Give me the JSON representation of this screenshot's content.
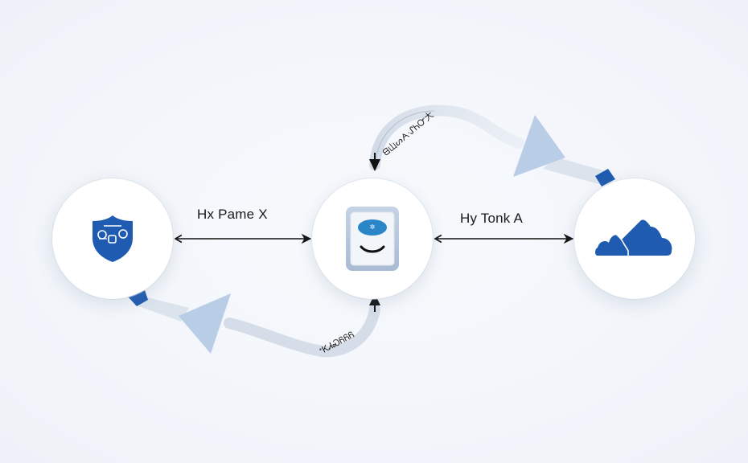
{
  "diagram": {
    "nodes": [
      {
        "id": "left",
        "icon": "shield-icon",
        "description": "security shield with devices"
      },
      {
        "id": "center",
        "icon": "device-icon",
        "description": "central hub device"
      },
      {
        "id": "right",
        "icon": "cloud-icon",
        "description": "cloud storage"
      }
    ],
    "edges": [
      {
        "from": "left",
        "to": "center",
        "label": "Hx Pame X",
        "direction": "bidirectional"
      },
      {
        "from": "center",
        "to": "right",
        "label": "Hy Tonk A",
        "direction": "bidirectional"
      },
      {
        "from": "right",
        "to": "center",
        "label": "ᗺ山ᔕᗅᔙᏂᏅ大",
        "direction": "curved-top"
      },
      {
        "from": "left",
        "to": "center",
        "label": "ᕀᏦᏗᏍᏲᏲᏲ",
        "direction": "curved-bottom"
      }
    ],
    "colors": {
      "accent": "#1f5bb0",
      "pointer": "#b9cde6",
      "background": "#f4f7fb",
      "node": "#ffffff"
    }
  }
}
